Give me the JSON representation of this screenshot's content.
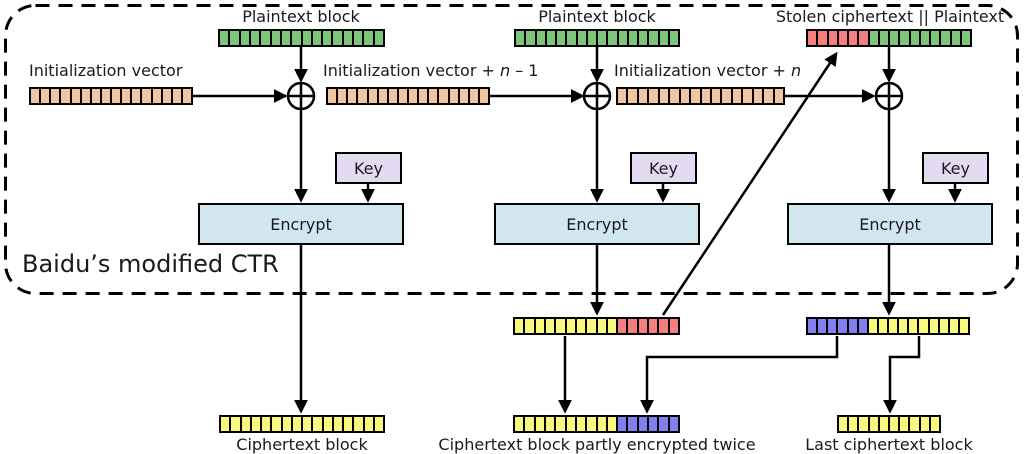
{
  "diagram": {
    "title": "Baidu’s modified CTR",
    "top_labels": {
      "plaintext1": "Plaintext block",
      "plaintext2": "Plaintext block",
      "stolen": "Stolen ciphertext || Plaintext"
    },
    "iv_labels": {
      "iv1": "Initialization vector",
      "iv2_prefix": "Initialization vector + ",
      "iv2_var": "n",
      "iv2_suffix": " – 1",
      "iv3_prefix": "Initialization vector + ",
      "iv3_var": "n"
    },
    "box_labels": {
      "key": "Key",
      "encrypt": "Encrypt"
    },
    "bottom_labels": {
      "c1": "Ciphertext block",
      "c2": "Ciphertext block partly encrypted twice",
      "c3": "Last ciphertext block"
    },
    "colors": {
      "green": "#7dc57d",
      "tan": "#f0c6a0",
      "red": "#f57f7f",
      "yellow": "#f9f97e",
      "blue": "#7f7ff0",
      "encrypt_fill": "#d2e6ef",
      "key_fill": "#e4daf2",
      "line": "#000000"
    },
    "blocks": [
      {
        "id": "pt1",
        "segments": [
          {
            "color": "green",
            "cells": 16
          }
        ]
      },
      {
        "id": "pt2",
        "segments": [
          {
            "color": "green",
            "cells": 16
          }
        ]
      },
      {
        "id": "stolen",
        "segments": [
          {
            "color": "red",
            "cells": 6
          },
          {
            "color": "green",
            "cells": 10
          }
        ]
      },
      {
        "id": "iv1",
        "segments": [
          {
            "color": "tan",
            "cells": 16
          }
        ]
      },
      {
        "id": "iv2",
        "segments": [
          {
            "color": "tan",
            "cells": 16
          }
        ]
      },
      {
        "id": "iv3",
        "segments": [
          {
            "color": "tan",
            "cells": 16
          }
        ]
      },
      {
        "id": "mid_out",
        "segments": [
          {
            "color": "yellow",
            "cells": 10
          },
          {
            "color": "red",
            "cells": 6
          }
        ]
      },
      {
        "id": "right_out",
        "segments": [
          {
            "color": "blue",
            "cells": 6
          },
          {
            "color": "yellow",
            "cells": 10
          }
        ]
      },
      {
        "id": "c1",
        "segments": [
          {
            "color": "yellow",
            "cells": 16
          }
        ]
      },
      {
        "id": "c2",
        "segments": [
          {
            "color": "yellow",
            "cells": 10
          },
          {
            "color": "blue",
            "cells": 6
          }
        ]
      },
      {
        "id": "c3",
        "segments": [
          {
            "color": "yellow",
            "cells": 10
          }
        ]
      }
    ]
  }
}
